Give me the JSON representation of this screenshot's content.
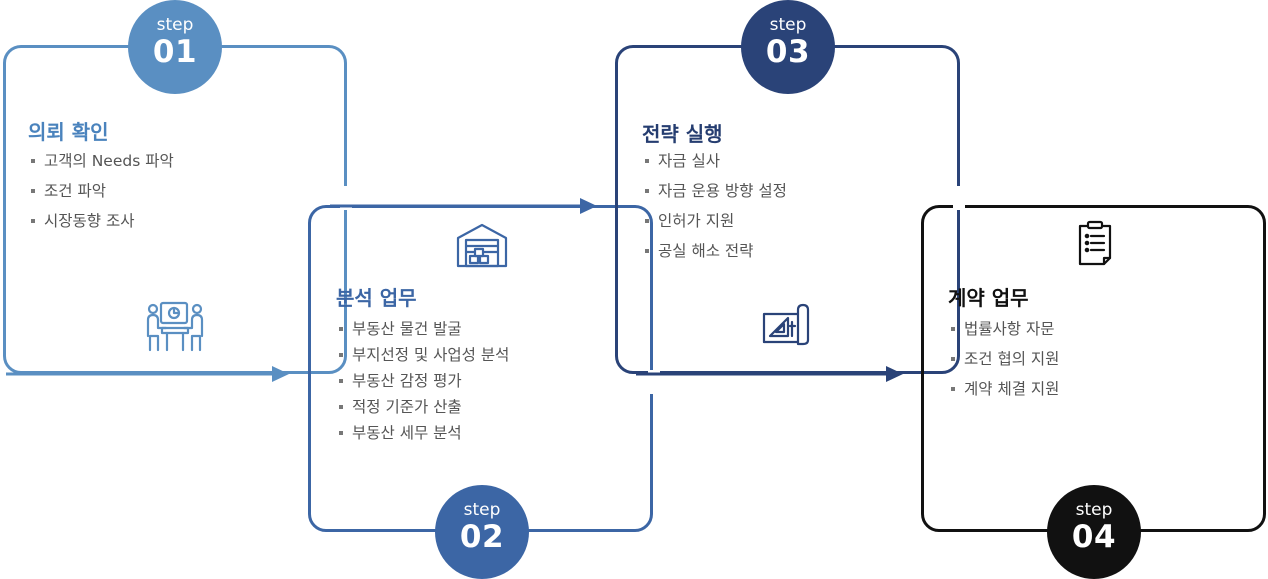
{
  "steps": [
    {
      "step_label": "step",
      "number": "01",
      "title": "의뢰 확인",
      "items": [
        "고객의 Needs 파악",
        "조건 파악",
        "시장동향 조사"
      ],
      "icon": "meeting-icon",
      "color": "#5a8fc2"
    },
    {
      "step_label": "step",
      "number": "02",
      "title": "분석 업무",
      "items": [
        "부동산 물건 발굴",
        "부지선정 및 사업성 분석",
        "부동산 감정 평가",
        "적정 기준가 산출",
        "부동산 세무 분석"
      ],
      "icon": "warehouse-icon",
      "color": "#3c66a5"
    },
    {
      "step_label": "step",
      "number": "03",
      "title": "전략 실행",
      "items": [
        "자금 실사",
        "자금 운용 방향 설정",
        "인허가 지원",
        "공실 해소 전략"
      ],
      "icon": "blueprint-icon",
      "color": "#2a4378"
    },
    {
      "step_label": "step",
      "number": "04",
      "title": "계약 업무",
      "items": [
        "법률사항 자문",
        "조건 협의 지원",
        "계약 체결 지원"
      ],
      "icon": "clipboard-icon",
      "color": "#111111"
    }
  ]
}
